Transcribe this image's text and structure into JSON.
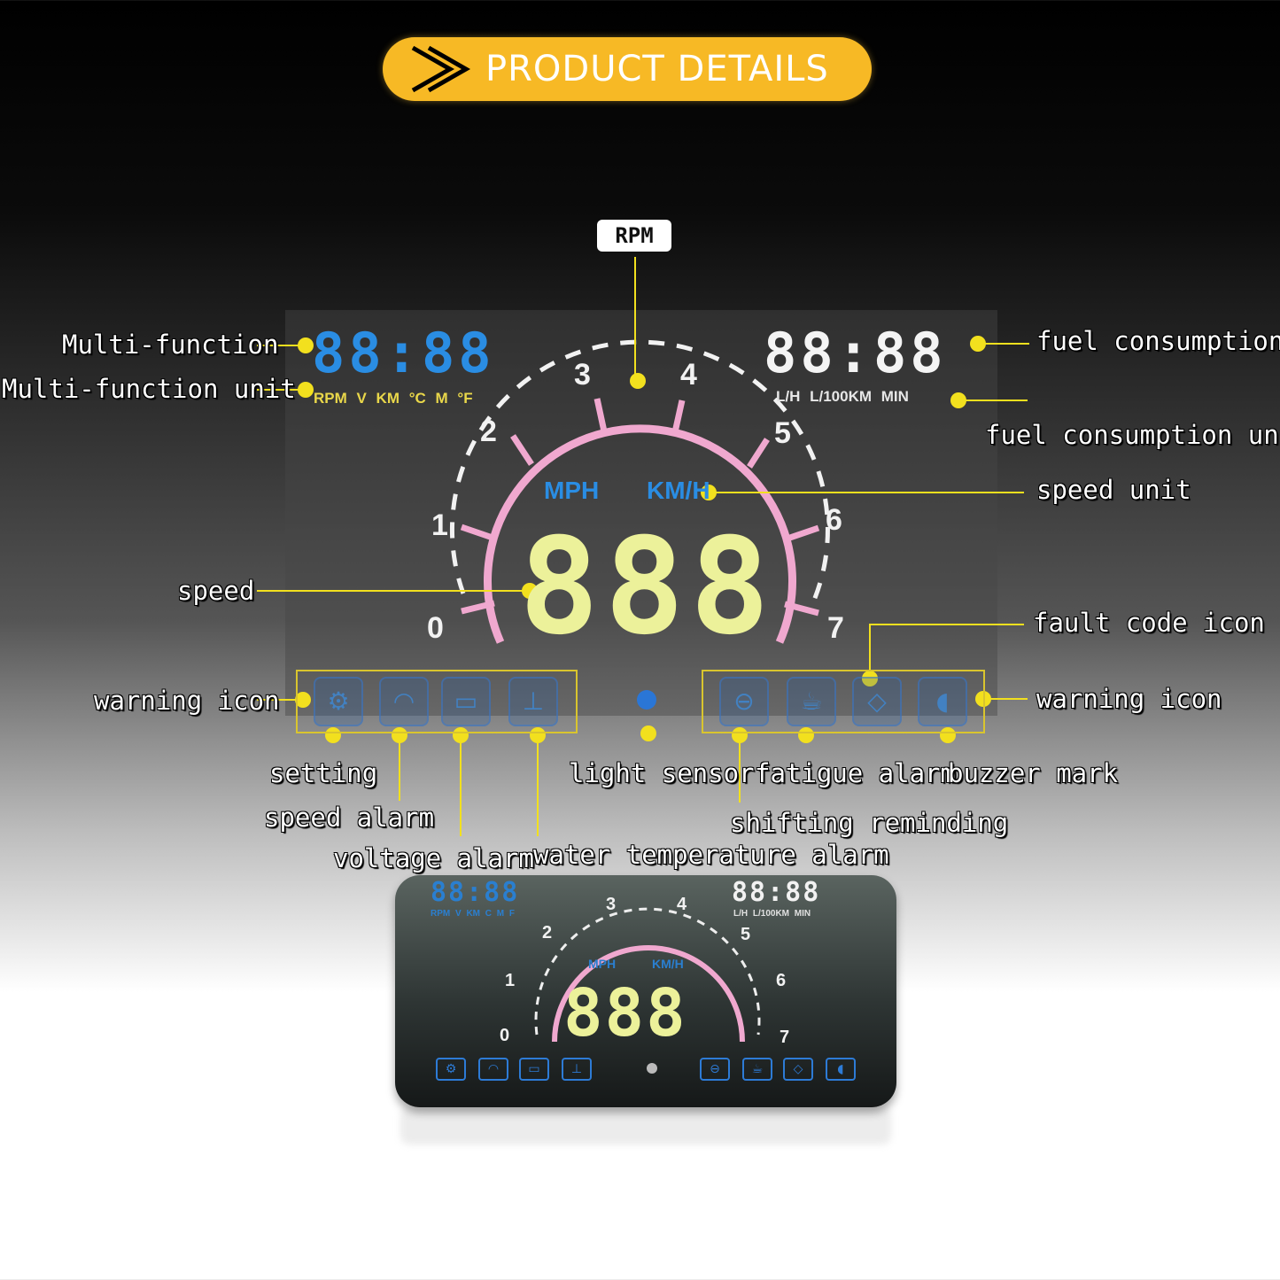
{
  "header": {
    "title": "PRODUCT DETAILS",
    "pill_color": "#f7b925"
  },
  "hud": {
    "multi_digits": "88:88",
    "multi_units": "RPM V KM °C M °F",
    "fuel_digits": "88:88",
    "fuel_units": "L/H  L/100KM MIN",
    "speed_unit_mph": "MPH",
    "speed_unit_kmh": "KM/H",
    "speed_digits": "888",
    "tachometer_numbers": [
      "0",
      "1",
      "2",
      "3",
      "4",
      "5",
      "6",
      "7"
    ],
    "colors": {
      "blue": "#2a8de3",
      "pink": "#f0a8cf",
      "speed": "#ecf19a",
      "callout": "#f2e01e"
    }
  },
  "callouts": {
    "rpm": "RPM",
    "multi_function": "Multi-function",
    "multi_function_unit": "Multi-function unit",
    "fuel_consumption": "fuel consumption",
    "fuel_consumption_unit": "fuel consumption unit",
    "speed_unit": "speed unit",
    "speed": "speed",
    "fault_code_icon": "fault code icon",
    "warning_icon_left": "warning icon",
    "warning_icon_right": "warning icon",
    "setting": "setting",
    "speed_alarm": "speed alarm",
    "voltage_alarm": "voltage alarm",
    "water_temperature_alarm": "water temperature alarm",
    "light_sensor": "light sensor",
    "fatigue_alarm": "fatigue alarm",
    "buzzer_mark": "buzzer mark",
    "shifting_reminding": "shifting reminding"
  },
  "icons_left": [
    "gear-icon",
    "speedometer-icon",
    "battery-icon",
    "thermometer-icon"
  ],
  "icons_right": [
    "steering-wheel-icon",
    "coffee-cup-icon",
    "engine-icon",
    "speaker-icon"
  ],
  "device": {
    "multi_digits": "88:88",
    "multi_units": "RPM V KM C M F",
    "fuel_digits": "88:88",
    "fuel_units": "L/H  L/100KM MIN",
    "mph": "MPH",
    "kmh": "KM/H",
    "speed_digits": "888",
    "tachometer_numbers": [
      "0",
      "1",
      "2",
      "3",
      "4",
      "5",
      "6",
      "7"
    ]
  }
}
